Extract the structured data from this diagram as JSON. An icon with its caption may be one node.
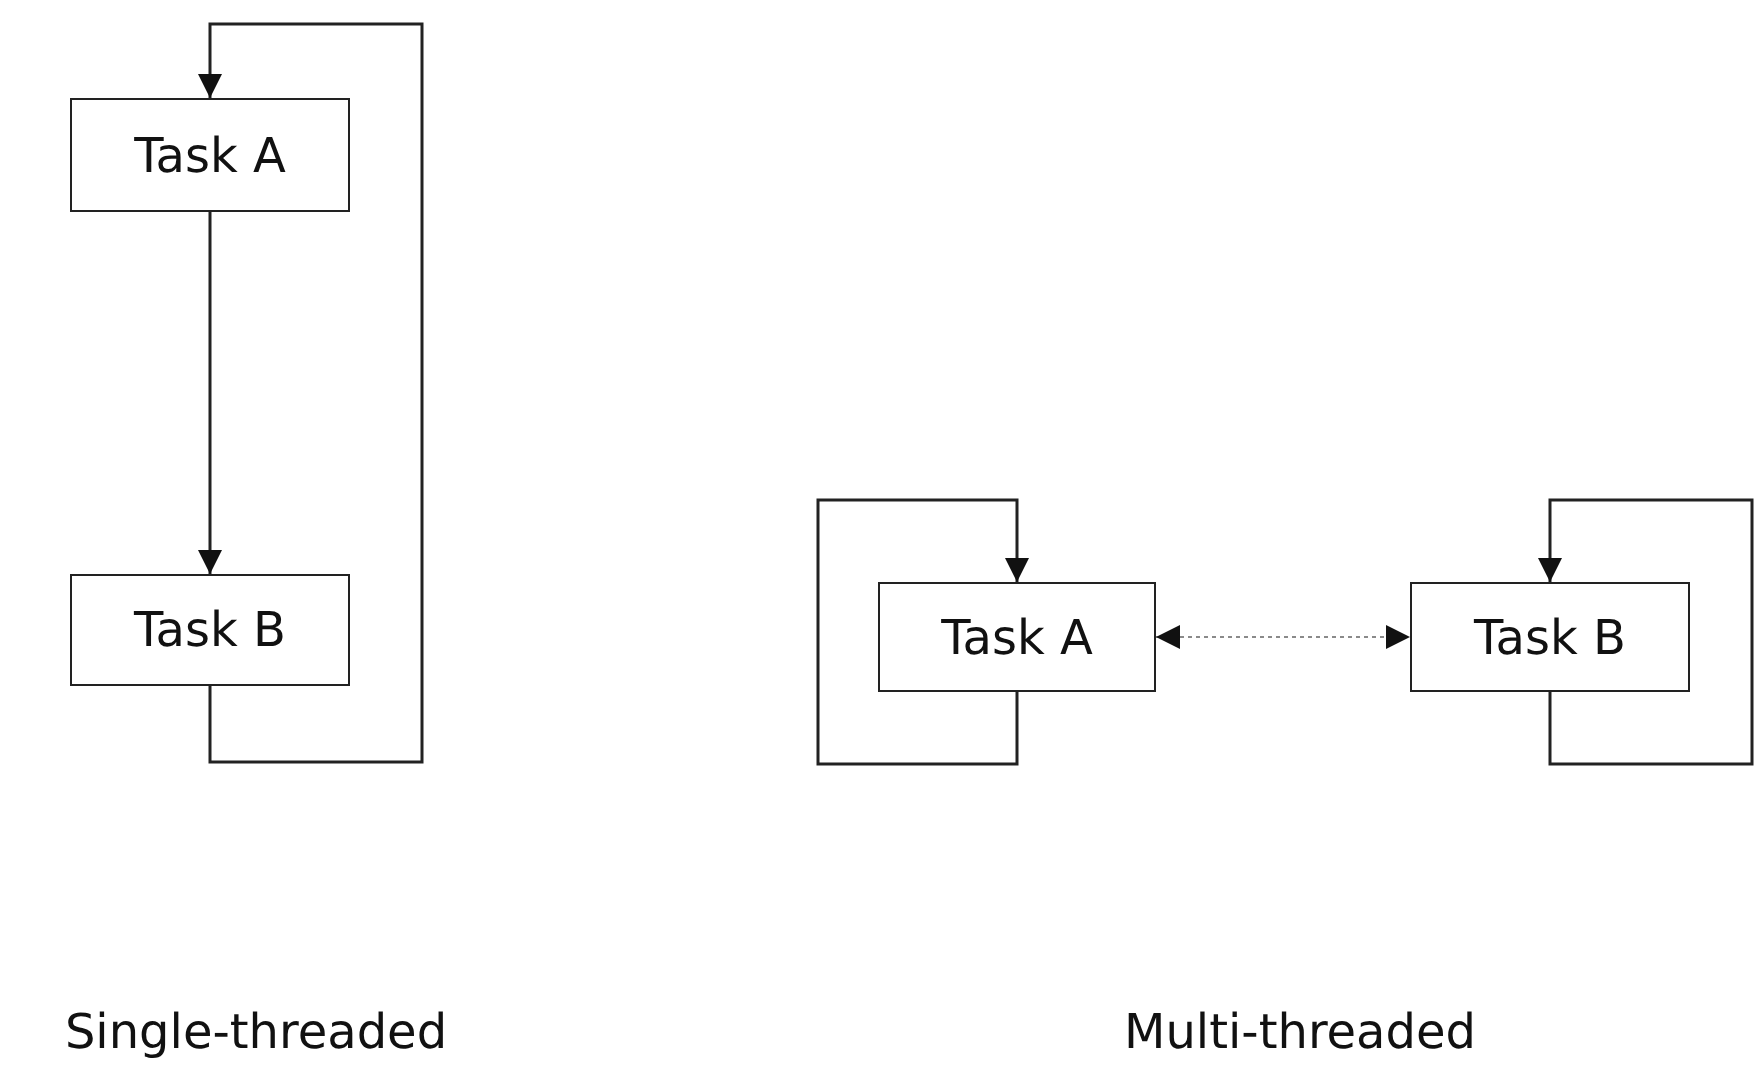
{
  "diagram": {
    "nodes": [
      {
        "text": [
          "Task A"
        ]
      },
      {
        "text": [
          "Task B"
        ]
      },
      {
        "text": [
          "Task A"
        ]
      },
      {
        "text": [
          "Task B"
        ]
      }
    ],
    "edges": [
      {
        "from": 0,
        "to": 1,
        "arrow": "to"
      },
      {
        "from": 1,
        "to": 0,
        "arrow": "to"
      },
      {
        "from": 2,
        "to": 2,
        "arrow": "to"
      },
      {
        "from": 2,
        "to": 3,
        "arrow": "both",
        "style": "dashed",
        "color": "#8a8a8a"
      },
      {
        "from": 3,
        "to": 3,
        "arrow": "to"
      }
    ],
    "labels": [
      "Single-threaded",
      "Multi-threaded"
    ]
  }
}
